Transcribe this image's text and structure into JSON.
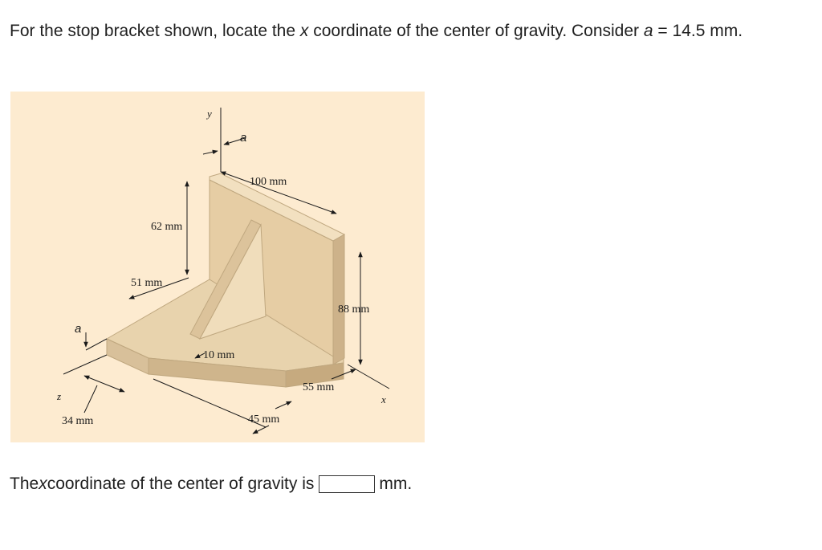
{
  "question": {
    "part1": "For the stop bracket shown, locate the ",
    "var_x": "x",
    "part2": " coordinate of the center of gravity. Consider ",
    "var_a": "a",
    "part3": " = 14.5 mm."
  },
  "figure": {
    "axis_y": "y",
    "axis_x": "x",
    "axis_z": "z",
    "var_a_top": "a",
    "var_a_left": "a",
    "dim_100": "100 mm",
    "dim_62": "62 mm",
    "dim_51": "51 mm",
    "dim_88": "88 mm",
    "dim_10": "10 mm",
    "dim_55": "55 mm",
    "dim_45": "45 mm",
    "dim_34": "34 mm"
  },
  "answer": {
    "prefix": "The ",
    "var_x": "x",
    "middle": " coordinate of the center of gravity is",
    "value": "",
    "unit": "mm."
  }
}
